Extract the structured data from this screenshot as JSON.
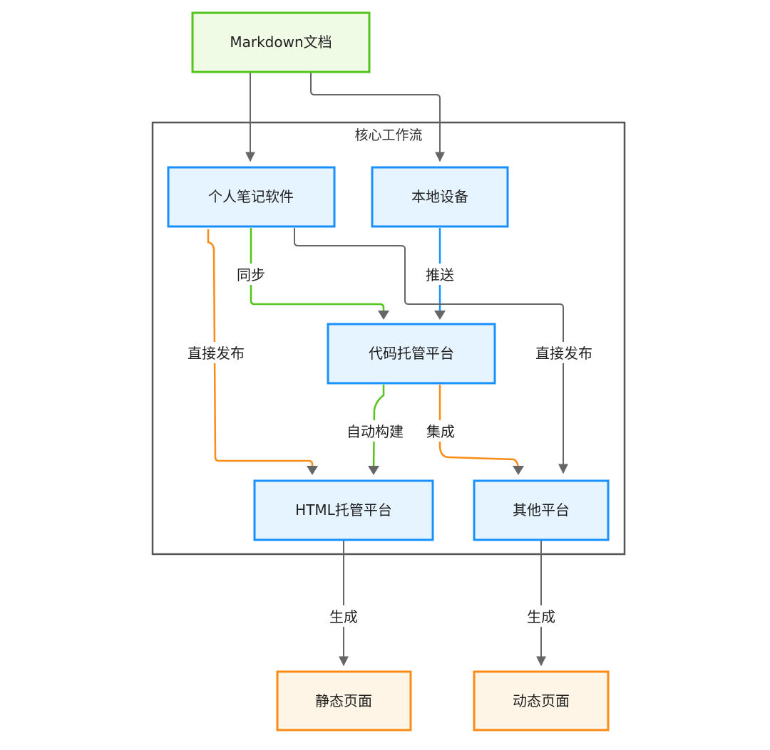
{
  "diagram": {
    "group": {
      "label": "核心工作流"
    },
    "nodes": {
      "markdown": {
        "label": "Markdown文档"
      },
      "notes": {
        "label": "个人笔记软件"
      },
      "local": {
        "label": "本地设备"
      },
      "repo": {
        "label": "代码托管平台"
      },
      "html_host": {
        "label": "HTML托管平台"
      },
      "other": {
        "label": "其他平台"
      },
      "static": {
        "label": "静态页面"
      },
      "dynamic": {
        "label": "动态页面"
      }
    },
    "edges": {
      "sync": {
        "label": "同步"
      },
      "push": {
        "label": "推送"
      },
      "publish_left": {
        "label": "直接发布"
      },
      "publish_right": {
        "label": "直接发布"
      },
      "auto_build": {
        "label": "自动构建"
      },
      "integrate": {
        "label": "集成"
      },
      "gen_static": {
        "label": "生成"
      },
      "gen_dynamic": {
        "label": "生成"
      }
    },
    "colors": {
      "green_stroke": "#52c41a",
      "green_fill": "#f0fbe6",
      "blue_stroke": "#1890ff",
      "blue_fill": "#e6f4ff",
      "orange_stroke": "#fa8c16",
      "orange_fill": "#fff5e6",
      "gray_line": "#666666",
      "group_border": "#555555"
    }
  }
}
